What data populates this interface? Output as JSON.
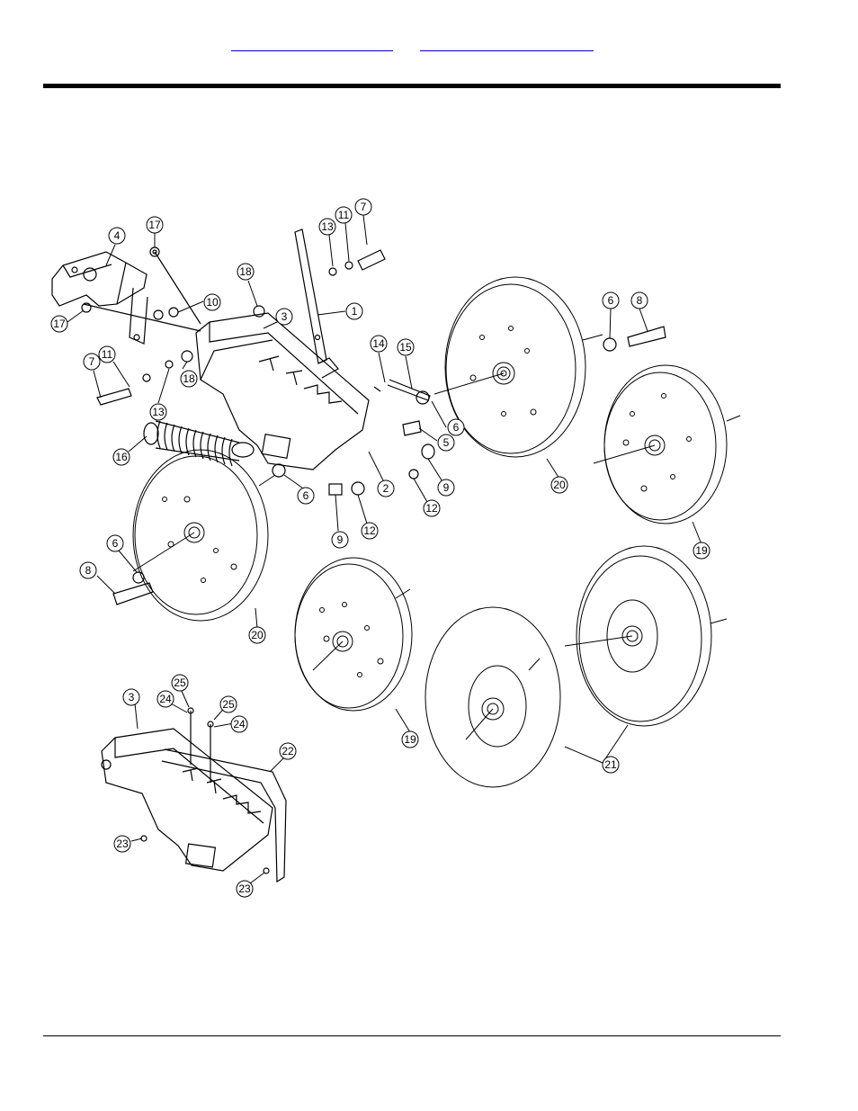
{
  "header": {
    "links": [
      "",
      ""
    ]
  },
  "diagram": {
    "callouts": [
      {
        "n": "4"
      },
      {
        "n": "17"
      },
      {
        "n": "17"
      },
      {
        "n": "10"
      },
      {
        "n": "18"
      },
      {
        "n": "13"
      },
      {
        "n": "11"
      },
      {
        "n": "7"
      },
      {
        "n": "3"
      },
      {
        "n": "1"
      },
      {
        "n": "7"
      },
      {
        "n": "11"
      },
      {
        "n": "13"
      },
      {
        "n": "18"
      },
      {
        "n": "16"
      },
      {
        "n": "14"
      },
      {
        "n": "15"
      },
      {
        "n": "6"
      },
      {
        "n": "5"
      },
      {
        "n": "6"
      },
      {
        "n": "2"
      },
      {
        "n": "9"
      },
      {
        "n": "12"
      },
      {
        "n": "9"
      },
      {
        "n": "12"
      },
      {
        "n": "6"
      },
      {
        "n": "8"
      },
      {
        "n": "20"
      },
      {
        "n": "19"
      },
      {
        "n": "20"
      },
      {
        "n": "6"
      },
      {
        "n": "8"
      },
      {
        "n": "19"
      },
      {
        "n": "21"
      },
      {
        "n": "3"
      },
      {
        "n": "24"
      },
      {
        "n": "25"
      },
      {
        "n": "25"
      },
      {
        "n": "24"
      },
      {
        "n": "22"
      },
      {
        "n": "23"
      },
      {
        "n": "23"
      }
    ]
  }
}
